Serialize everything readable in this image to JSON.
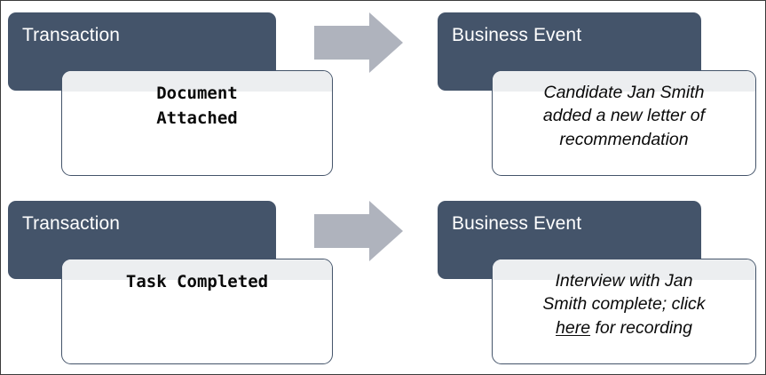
{
  "diagram": {
    "background_color": "#ffffff",
    "border_color": "#3b3b3b",
    "header_color": "#44546A",
    "arrow_color": "#AFB3BD",
    "band_color": "#ECEEF0",
    "text_color": "#0a0a0a",
    "rows": [
      {
        "source": {
          "header": "Transaction",
          "body": "Document\nAttached",
          "body_lines": [
            "Document",
            "Attached"
          ],
          "style": "mono"
        },
        "connector": "right-block-arrow",
        "target": {
          "header": "Business Event",
          "body": "Candidate Jan Smith added a new letter of recommendation",
          "body_lines": [
            "Candidate Jan Smith",
            "added a new letter of",
            "recommendation"
          ],
          "style": "italic",
          "link_text": ""
        }
      },
      {
        "source": {
          "header": "Transaction",
          "body": "Task Completed",
          "body_lines": [
            "Task Completed"
          ],
          "style": "mono"
        },
        "connector": "right-block-arrow",
        "target": {
          "header": "Business Event",
          "body": "Interview with Jan Smith complete; click here for recording",
          "body_lines": [
            "Interview with Jan",
            "Smith complete; click",
            "here for recording"
          ],
          "style": "italic",
          "link_text": "here"
        }
      }
    ]
  },
  "row1": {
    "left_header": "Transaction",
    "left_line1": "Document",
    "left_line2": "Attached",
    "right_header": "Business Event",
    "right_line1": "Candidate Jan Smith",
    "right_line2": "added a new letter of",
    "right_line3": "recommendation"
  },
  "row2": {
    "left_header": "Transaction",
    "left_line1": "Task Completed",
    "right_header": "Business Event",
    "right_line1": "Interview with Jan",
    "right_line2": "Smith complete; click",
    "right_line3_pre": "",
    "right_link": "here",
    "right_line3_post": " for recording"
  }
}
